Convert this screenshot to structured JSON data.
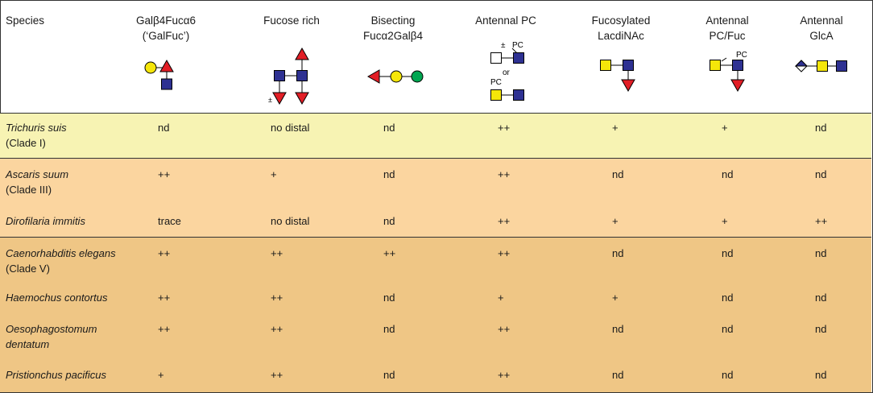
{
  "header": {
    "species_label": "Species",
    "columns": [
      {
        "line1": "Galβ4Fucα6",
        "line2": "(‘GalFuc’)",
        "icon": "galfuc-glycan-icon"
      },
      {
        "line1": "Fucose rich",
        "line2": "",
        "icon": "fucose-rich-glycan-icon"
      },
      {
        "line1": "Bisecting",
        "line2": "Fucα2Galβ4",
        "icon": "bisecting-glycan-icon"
      },
      {
        "line1": "Antennal PC",
        "line2": "",
        "icon": "antennal-pc-glycan-icon"
      },
      {
        "line1": "Fucosylated",
        "line2": "LacdiNAc",
        "icon": "lacdinac-glycan-icon"
      },
      {
        "line1": "Antennal",
        "line2": "PC/Fuc",
        "icon": "pc-fuc-glycan-icon"
      },
      {
        "line1": "Antennal",
        "line2": "GlcA",
        "icon": "glca-glycan-icon"
      }
    ],
    "glycan_labels": {
      "pc": "PC",
      "plusminus": "±",
      "or": "or"
    }
  },
  "colors": {
    "clade1": "#f7f3b3",
    "clade3": "#fbd59f",
    "clade5": "#efc685",
    "galactose_yellow": "#f5e60a",
    "fucose_red": "#e21e26",
    "glcnac_blue": "#2e3192",
    "glucose_green": "#00a651"
  },
  "rows": [
    {
      "species": "Trichuris suis",
      "clade": "(Clade I)",
      "values": [
        "nd",
        "no distal",
        "nd",
        "++",
        "+",
        "+",
        "nd"
      ]
    },
    {
      "species": "Ascaris suum",
      "clade": "(Clade III)",
      "values": [
        "++",
        "+",
        "nd",
        "++",
        "nd",
        "nd",
        "nd"
      ]
    },
    {
      "species": "Dirofilaria immitis",
      "clade": "",
      "values": [
        "trace",
        "no distal",
        "nd",
        "++",
        "+",
        "+",
        "++"
      ]
    },
    {
      "species": "Caenorhabditis elegans",
      "clade": "(Clade V)",
      "values": [
        "++",
        "++",
        "++",
        "++",
        "nd",
        "nd",
        "nd"
      ]
    },
    {
      "species": "Haemochus contortus",
      "clade": "",
      "values": [
        "++",
        "++",
        "nd",
        "+",
        "+",
        "nd",
        "nd"
      ]
    },
    {
      "species": "Oesophagostomum",
      "clade": "dentatum",
      "values": [
        "++",
        "++",
        "nd",
        "++",
        "nd",
        "nd",
        "nd"
      ]
    },
    {
      "species": "Pristionchus pacificus",
      "clade": "",
      "values": [
        "+",
        "++",
        "nd",
        "++",
        "nd",
        "nd",
        "nd"
      ]
    }
  ]
}
